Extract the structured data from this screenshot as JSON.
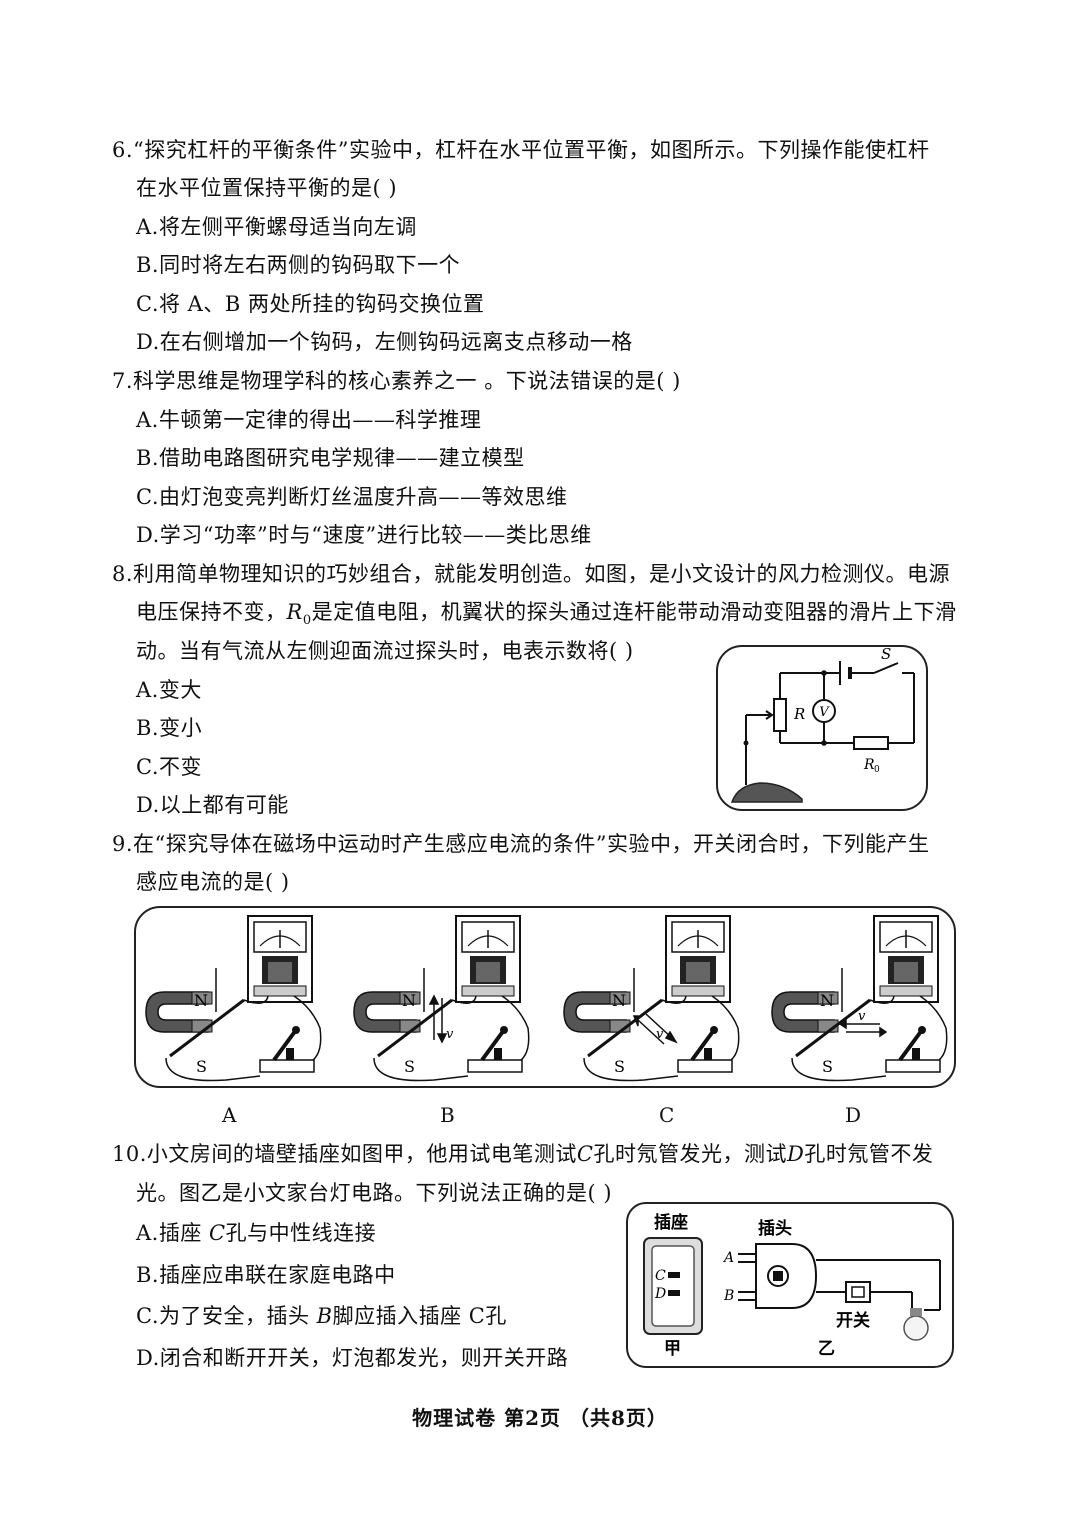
{
  "q6": {
    "line1": "6.“探究杠杆的平衡条件”实验中，杠杆在水平位置平衡，如图所示。下列操作能使杠杆",
    "line2": "在水平位置保持平衡的是(    )",
    "options": [
      "A.将左侧平衡螺母适当向左调",
      "B.同时将左右两侧的钩码取下一个",
      "C.将 A、B 两处所挂的钩码交换位置",
      "D.在右侧增加一个钩码，左侧钩码远离支点移动一格"
    ]
  },
  "q7": {
    "line1": "7.科学思维是物理学科的核心素养之一 。下说法错误的是(    )",
    "options": [
      "A.牛顿第一定律的得出——科学推理",
      "B.借助电路图研究电学规律——建立模型",
      "C.由灯泡变亮判断灯丝温度升高——等效思维",
      "D.学习“功率”时与“速度”进行比较——类比思维"
    ]
  },
  "q8": {
    "line1": "8.利用简单物理知识的巧妙组合，就能发明创造。如图，是小文设计的风力检测仪。电源",
    "line2_a": "电压保持不变，",
    "line2_r": "R",
    "line2_sub": "0",
    "line2_b": "是定值电阻，机翼状的探头通过连杆能带动滑动变阻器的滑片上下滑",
    "line3": "动。当有气流从左侧迎面流过探头时，电表示数将(    )",
    "options": [
      "A.变大",
      "B.变小",
      "C.不变",
      "D.以上都有可能"
    ],
    "figure": {
      "switch": "S",
      "rheostat": "R",
      "meter": "V",
      "resistor": "R",
      "resistor_sub": "0"
    }
  },
  "q9": {
    "line1": "9.在“探究导体在磁场中运动时产生感应电流的条件”实验中，开关闭合时，下列能产生",
    "line2": "感应电流的是(    )",
    "figure": {
      "north": "N",
      "south": "S",
      "velocity": "v",
      "labels": [
        "A",
        "B",
        "C",
        "D"
      ]
    }
  },
  "q10": {
    "line1_a": "10.小文房间的墙壁插座如图甲，他用试电笔测试",
    "line1_c": "C",
    "line1_b": "孔时氖管发光，测试",
    "line1_d": "D",
    "line1_e": "孔时氖管不发",
    "line2": "光。图乙是小文家台灯电路。下列说法正确的是(    )",
    "options": [
      {
        "a": "A.插座 ",
        "i": "C",
        "b": "孔与中性线连接"
      },
      {
        "a": "B.插座应串联在家庭电路中",
        "i": "",
        "b": ""
      },
      {
        "a": "C.为了安全，插头 ",
        "i": "B",
        "b": "脚应插入插座 C孔"
      },
      {
        "a": "D.闭合和断开开关，灯泡都发光，则开关开路",
        "i": "",
        "b": ""
      }
    ],
    "figure": {
      "socket_title": "插座",
      "plug_title": "插头",
      "hole_c": "C",
      "hole_d": "D",
      "pin_a": "A",
      "pin_b": "B",
      "switch_label": "开关",
      "jia": "甲",
      "yi": "乙"
    }
  },
  "footer": "物理试卷    第2页    （共8页）"
}
